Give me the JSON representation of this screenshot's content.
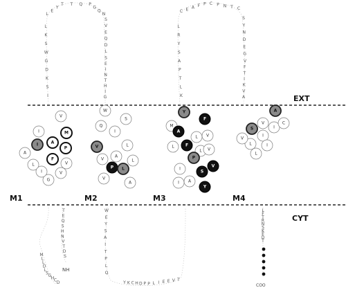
{
  "membrane": {
    "ext_label": "EXT",
    "cyt_label": "CYT"
  },
  "segments": [
    {
      "label": "M1"
    },
    {
      "label": "M2"
    },
    {
      "label": "M3"
    },
    {
      "label": "M4"
    }
  ],
  "end_labels": {
    "n_terminus": "NH",
    "c_terminus": "COO"
  },
  "sequence_fragments": {
    "loop1_left": "ISKDGWSKL",
    "loop1_top": "LEYTTQPGQN",
    "loop1_right": "SVEQDLSEINTHIG",
    "loop2_left": "KLTPASYRL",
    "loop2_top": "CEAFPCPNTC",
    "loop2_right": "SYNDEGVFTIKVA",
    "cyt1_right": "TEQSHNVTDS",
    "cyt1_bottom": "MLLDLSGHCD",
    "cyt2_left": "WEYSAITPLQ",
    "cyt2_bottom": "YKCHDPPLIEEVT",
    "cyt_right": "LFTRNSKEDT"
  },
  "helices": {
    "M1": [
      "V",
      "M",
      "A",
      "I",
      "I",
      "P",
      "F",
      "L",
      "A",
      "G",
      "I",
      "V",
      "V"
    ],
    "M2": [
      "W",
      "S",
      "Q",
      "I",
      "V",
      "P",
      "L",
      "L",
      "L",
      "A",
      "A",
      "V",
      "V"
    ],
    "M3": [
      "Y",
      "F",
      "M",
      "A",
      "L",
      "V",
      "F",
      "L",
      "P",
      "S",
      "V",
      "I",
      "A",
      "I",
      "V",
      "L",
      "Y"
    ],
    "M4": [
      "A",
      "S",
      "V",
      "I",
      "C",
      "I",
      "L",
      "L",
      "I",
      "V"
    ]
  },
  "colors": {
    "highlight_black": "#111111",
    "highlight_gray": "#8a8a8a",
    "ring": "#7a7a7a"
  }
}
